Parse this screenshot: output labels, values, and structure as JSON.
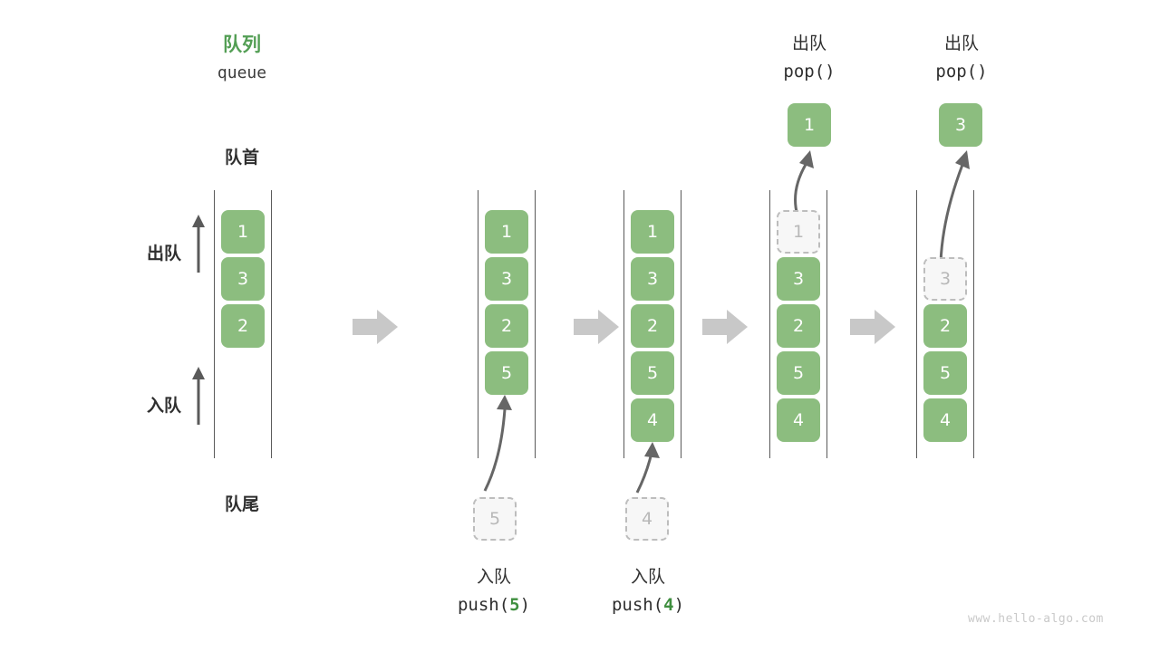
{
  "meta": {
    "watermark": "www.hello-algo.com",
    "colors": {
      "cell_fill": "#8cbd7f",
      "cell_text": "#ffffff",
      "ghost_fill": "#f7f7f7",
      "ghost_border": "#bdbdbd",
      "ghost_text": "#b8b8b8",
      "title_green": "#539e54",
      "code_green": "#3f8f3f",
      "rail": "#5a5a5a",
      "block_arrow": "#c8c8c8",
      "curve_arrow": "#666666",
      "text": "#2f2f2f",
      "background": "#ffffff"
    }
  },
  "header": {
    "title_cn": "队列",
    "title_en": "queue"
  },
  "labels": {
    "front": "队首",
    "rear": "队尾",
    "dequeue": "出队",
    "enqueue": "入队"
  },
  "stages": [
    {
      "id": "initial",
      "op_cn": "",
      "op_code_prefix": "",
      "op_code_arg": "",
      "op_code_suffix": "",
      "cells": [
        "1",
        "3",
        "2"
      ],
      "ghost_index": -1,
      "incoming": null,
      "popped": null
    },
    {
      "id": "push-5",
      "op_cn": "入队",
      "op_code_prefix": "push(",
      "op_code_arg": "5",
      "op_code_suffix": ")",
      "cells": [
        "1",
        "3",
        "2",
        "5"
      ],
      "ghost_index": -1,
      "incoming": "5",
      "popped": null
    },
    {
      "id": "push-4",
      "op_cn": "入队",
      "op_code_prefix": "push(",
      "op_code_arg": "4",
      "op_code_suffix": ")",
      "cells": [
        "1",
        "3",
        "2",
        "5",
        "4"
      ],
      "ghost_index": -1,
      "incoming": "4",
      "popped": null
    },
    {
      "id": "pop-1",
      "op_cn": "出队",
      "op_code_prefix": "pop(",
      "op_code_arg": "",
      "op_code_suffix": ")",
      "cells": [
        "1",
        "3",
        "2",
        "5",
        "4"
      ],
      "ghost_index": 0,
      "incoming": null,
      "popped": "1"
    },
    {
      "id": "pop-3",
      "op_cn": "出队",
      "op_code_prefix": "pop(",
      "op_code_arg": "",
      "op_code_suffix": ")",
      "cells": [
        "",
        "3",
        "2",
        "5",
        "4"
      ],
      "ghost_index": 1,
      "incoming": null,
      "popped": "3"
    }
  ],
  "stage_values": {
    "s0": {
      "c0": "1",
      "c1": "3",
      "c2": "2"
    },
    "s1": {
      "c0": "1",
      "c1": "3",
      "c2": "2",
      "c3": "5",
      "in": "5"
    },
    "s2": {
      "c0": "1",
      "c1": "3",
      "c2": "2",
      "c3": "5",
      "c4": "4",
      "in": "4"
    },
    "s3": {
      "c0": "1",
      "c1": "3",
      "c2": "2",
      "c3": "5",
      "c4": "4",
      "out": "1"
    },
    "s4": {
      "c1": "3",
      "c2": "2",
      "c3": "5",
      "c4": "4",
      "out": "3"
    }
  },
  "op_text": {
    "push5_cn": "入队",
    "push5_code": "push(5)",
    "push4_cn": "入队",
    "push4_code": "push(4)",
    "pop1_cn": "出队",
    "pop1_code": "pop()",
    "pop3_cn": "出队",
    "pop3_code": "pop()"
  }
}
